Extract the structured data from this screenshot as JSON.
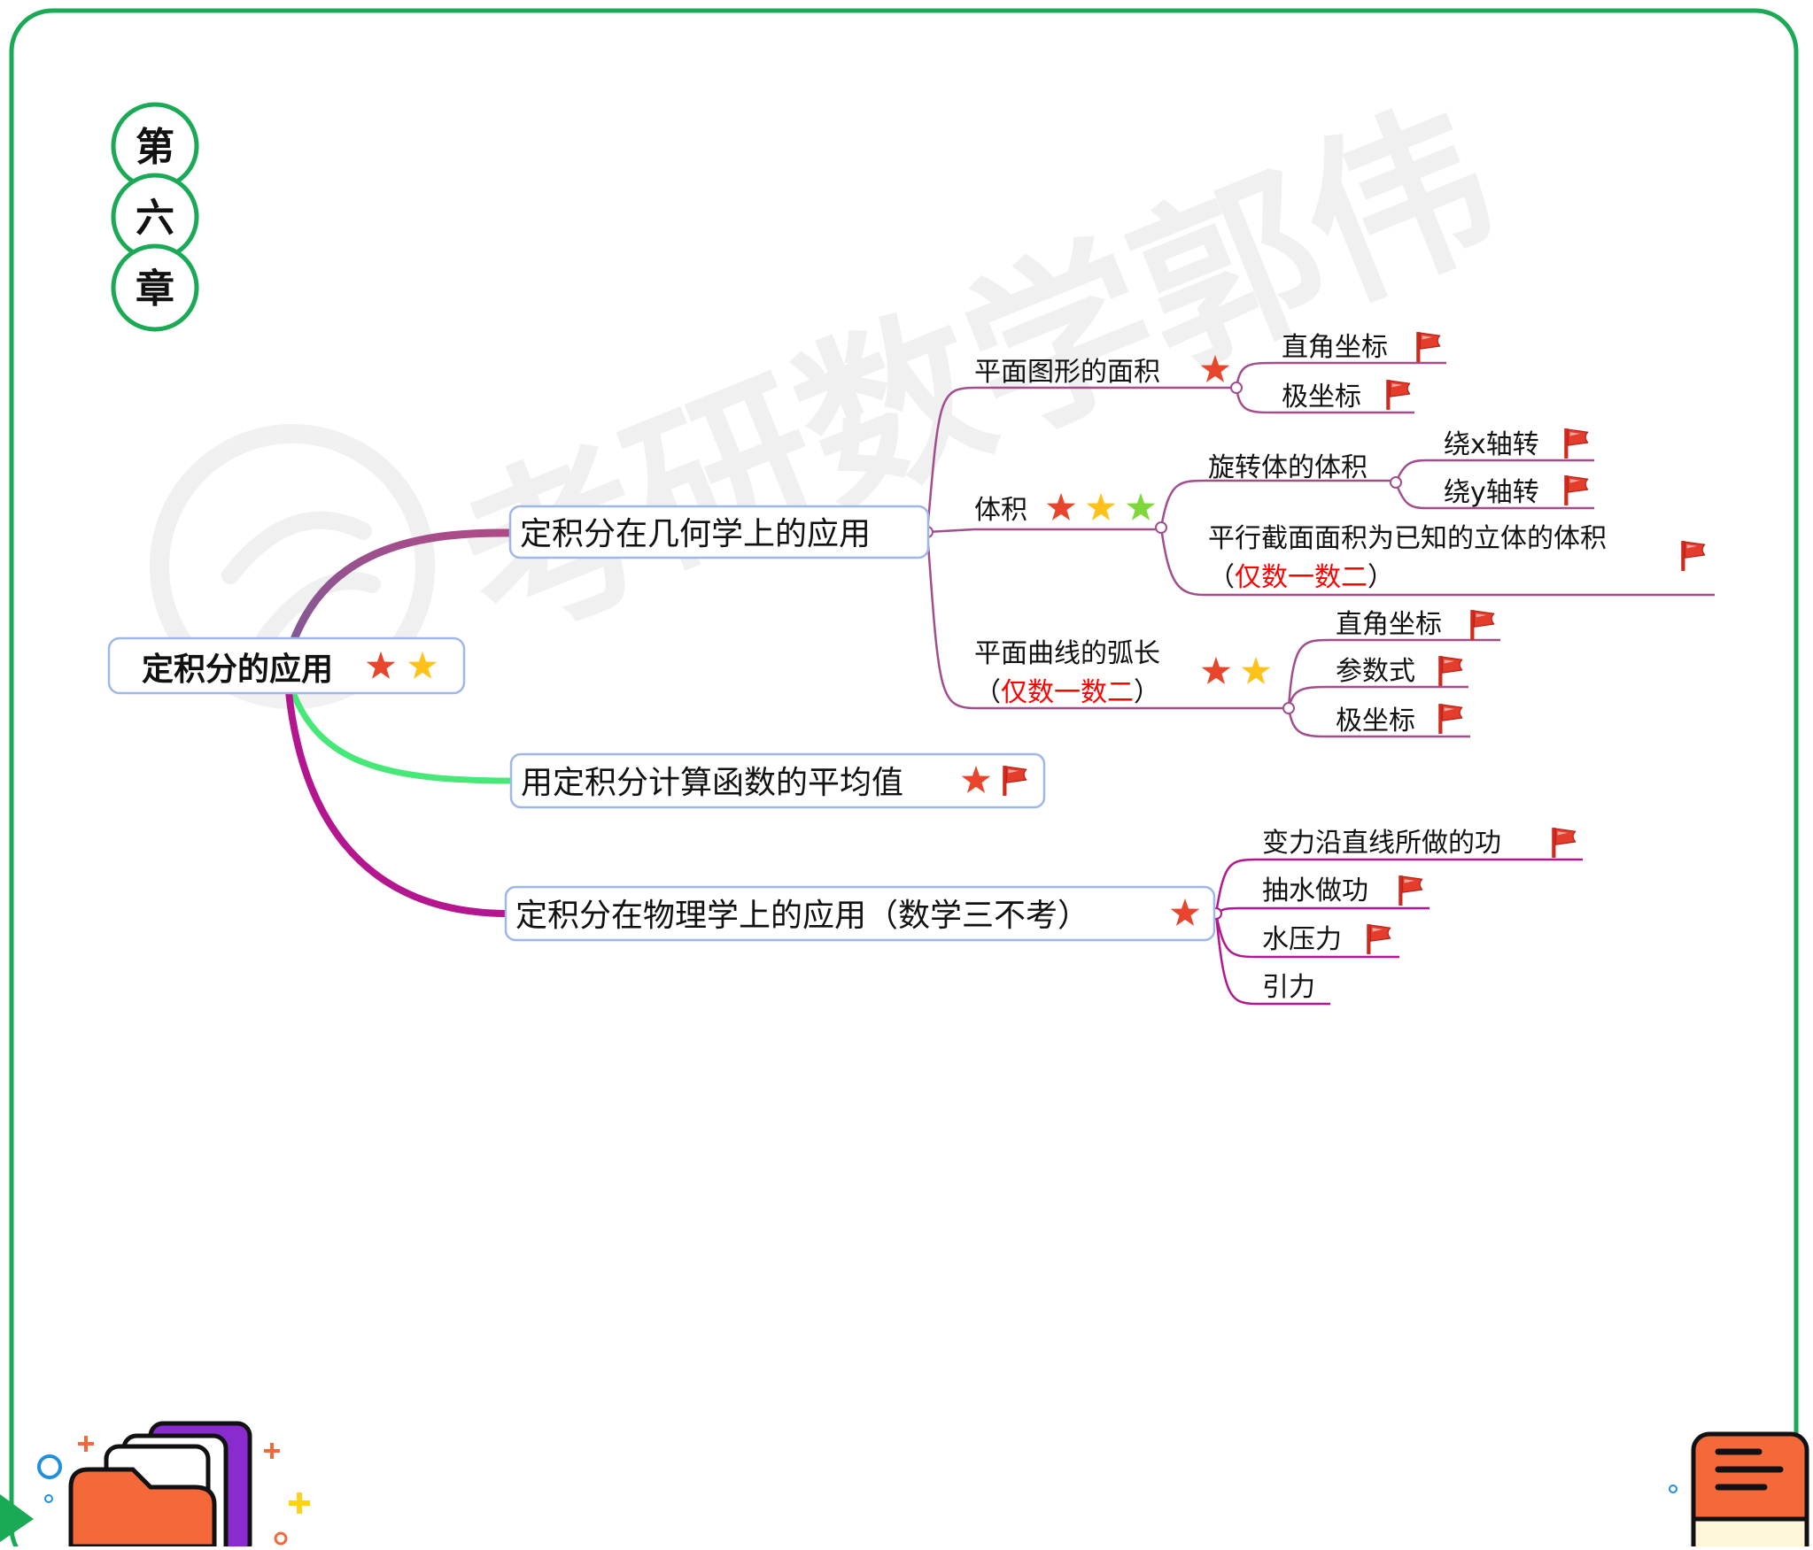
{
  "chapter": {
    "chars": [
      "第",
      "六",
      "章"
    ]
  },
  "watermark": {
    "text": "考研数学郭伟"
  },
  "colors": {
    "frame": "#1aaa55",
    "root_border": "#9fb7e8",
    "branch_geometry": "#a24e8c",
    "branch_average": "#46e878",
    "branch_physics": "#b3168e",
    "star_red": "#e8452c",
    "star_yellow": "#ffc21a",
    "star_green": "#7ed83c",
    "flag_red": "#e43d2c",
    "highlight_red": "#ff0000"
  },
  "mindmap": {
    "root": {
      "label": "定积分的应用",
      "stars": [
        "red",
        "yellow"
      ]
    },
    "branches": [
      {
        "id": "geometry",
        "label": "定积分在几何学上的应用",
        "topics": [
          {
            "label": "平面图形的面积",
            "stars": [
              "red"
            ],
            "items": [
              {
                "label": "直角坐标",
                "icon": "flag-icon"
              },
              {
                "label": "极坐标",
                "icon": "flag-icon"
              }
            ]
          },
          {
            "label": "体积",
            "stars": [
              "red",
              "yellow",
              "green"
            ],
            "subtopic": {
              "label": "旋转体的体积",
              "items": [
                {
                  "label": "绕x轴转",
                  "icon": "flag-icon"
                },
                {
                  "label": "绕y轴转",
                  "icon": "flag-icon"
                }
              ]
            },
            "section": {
              "line1": "平行截面面积为已知的立体的体积",
              "open": "（",
              "note": "仅数一数二",
              "close": "）",
              "icon": "flag-icon"
            }
          },
          {
            "line1": "平面曲线的弧长",
            "open": "（",
            "note": "仅数一数二",
            "close": "）",
            "stars": [
              "red",
              "yellow"
            ],
            "items": [
              {
                "label": "直角坐标",
                "icon": "flag-icon"
              },
              {
                "label": "参数式",
                "icon": "flag-icon"
              },
              {
                "label": "极坐标",
                "icon": "flag-icon"
              }
            ]
          }
        ]
      },
      {
        "id": "average",
        "label": "用定积分计算函数的平均值",
        "stars": [
          "red"
        ],
        "icon": "flag-icon"
      },
      {
        "id": "physics",
        "label": "定积分在物理学上的应用（数学三不考）",
        "stars": [
          "red"
        ],
        "items": [
          {
            "label": "变力沿直线所做的功",
            "icon": "flag-icon"
          },
          {
            "label": "抽水做功",
            "icon": "flag-icon"
          },
          {
            "label": "水压力",
            "icon": "flag-icon"
          },
          {
            "label": "引力",
            "icon": ""
          }
        ]
      }
    ]
  }
}
